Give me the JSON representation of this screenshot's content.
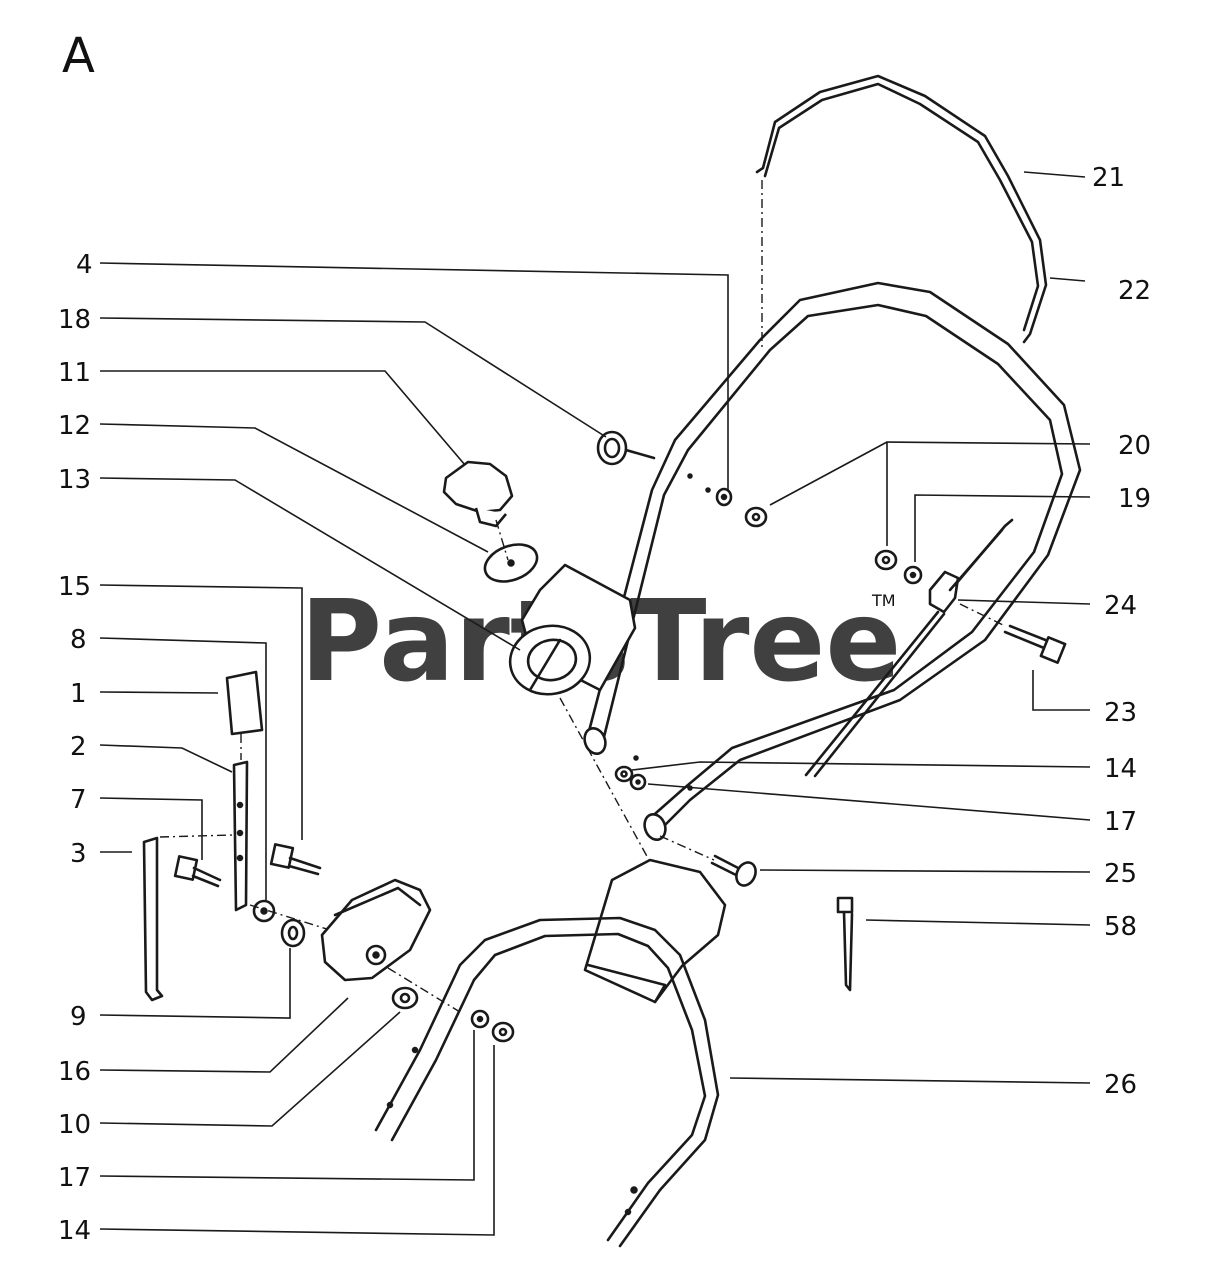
{
  "section_letter": "A",
  "watermark": {
    "text": "PartsTree",
    "trademark": "TM"
  },
  "callouts_left": {
    "c4": "4",
    "c18": "18",
    "c11": "11",
    "c12": "12",
    "c13": "13",
    "c15": "15",
    "c8": "8",
    "c1": "1",
    "c2": "2",
    "c7": "7",
    "c3": "3",
    "c9": "9",
    "c16": "16",
    "c10": "10",
    "c17b": "17",
    "c14b": "14"
  },
  "callouts_right": {
    "c21": "21",
    "c22": "22",
    "c20": "20",
    "c19": "19",
    "c24": "24",
    "c23": "23",
    "c14": "14",
    "c17": "17",
    "c25": "25",
    "c58": "58",
    "c26": "26"
  }
}
